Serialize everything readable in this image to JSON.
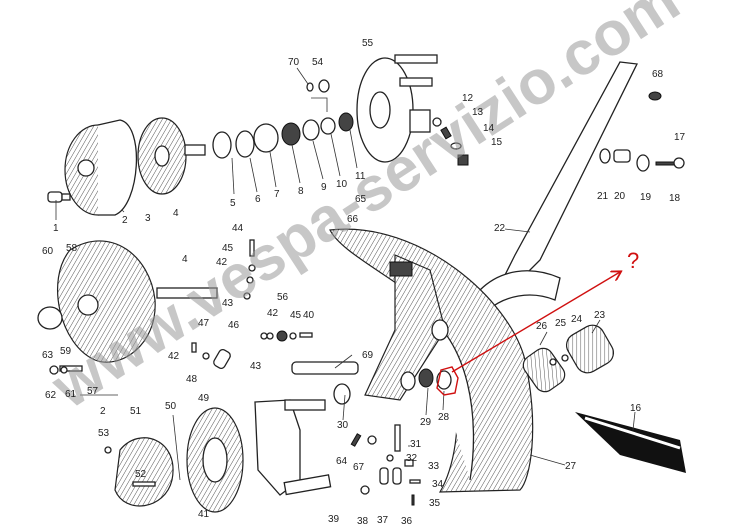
{
  "diagram": {
    "watermark": "www.vespa-servizio.com",
    "annotation": {
      "text": "?",
      "color": "#d01010"
    },
    "labels": [
      {
        "id": "l55a",
        "text": "55"
      },
      {
        "id": "l70",
        "text": "70"
      },
      {
        "id": "l54",
        "text": "54"
      },
      {
        "id": "l1",
        "text": "1"
      },
      {
        "id": "l2a",
        "text": "2"
      },
      {
        "id": "l3",
        "text": "3"
      },
      {
        "id": "l4a",
        "text": "4"
      },
      {
        "id": "l5",
        "text": "5"
      },
      {
        "id": "l6",
        "text": "6"
      },
      {
        "id": "l7",
        "text": "7"
      },
      {
        "id": "l8",
        "text": "8"
      },
      {
        "id": "l9",
        "text": "9"
      },
      {
        "id": "l10",
        "text": "10"
      },
      {
        "id": "l11",
        "text": "11"
      },
      {
        "id": "l12",
        "text": "12"
      },
      {
        "id": "l13",
        "text": "13"
      },
      {
        "id": "l14",
        "text": "14"
      },
      {
        "id": "l15",
        "text": "15"
      },
      {
        "id": "l68",
        "text": "68"
      },
      {
        "id": "l17",
        "text": "17"
      },
      {
        "id": "l21",
        "text": "21"
      },
      {
        "id": "l20",
        "text": "20"
      },
      {
        "id": "l19",
        "text": "19"
      },
      {
        "id": "l18",
        "text": "18"
      },
      {
        "id": "l22",
        "text": "22"
      },
      {
        "id": "l65",
        "text": "65"
      },
      {
        "id": "l66",
        "text": "66"
      },
      {
        "id": "l44",
        "text": "44"
      },
      {
        "id": "l45a",
        "text": "45"
      },
      {
        "id": "l42a",
        "text": "42"
      },
      {
        "id": "l60",
        "text": "60"
      },
      {
        "id": "l58",
        "text": "58"
      },
      {
        "id": "l4b",
        "text": "4"
      },
      {
        "id": "l43a",
        "text": "43"
      },
      {
        "id": "l56",
        "text": "56"
      },
      {
        "id": "l42b",
        "text": "42"
      },
      {
        "id": "l45b",
        "text": "45"
      },
      {
        "id": "l40",
        "text": "40"
      },
      {
        "id": "l47",
        "text": "47"
      },
      {
        "id": "l46",
        "text": "46"
      },
      {
        "id": "l43b",
        "text": "43"
      },
      {
        "id": "l63",
        "text": "63"
      },
      {
        "id": "l59",
        "text": "59"
      },
      {
        "id": "l42c",
        "text": "42"
      },
      {
        "id": "l69",
        "text": "69"
      },
      {
        "id": "l26",
        "text": "26"
      },
      {
        "id": "l25",
        "text": "25"
      },
      {
        "id": "l24",
        "text": "24"
      },
      {
        "id": "l23",
        "text": "23"
      },
      {
        "id": "l62",
        "text": "62"
      },
      {
        "id": "l61",
        "text": "61"
      },
      {
        "id": "l57",
        "text": "57"
      },
      {
        "id": "l2b",
        "text": "2"
      },
      {
        "id": "l48",
        "text": "48"
      },
      {
        "id": "l50",
        "text": "50"
      },
      {
        "id": "l49",
        "text": "49"
      },
      {
        "id": "l30",
        "text": "30"
      },
      {
        "id": "l29",
        "text": "29"
      },
      {
        "id": "l28",
        "text": "28"
      },
      {
        "id": "l16",
        "text": "16"
      },
      {
        "id": "l51",
        "text": "51"
      },
      {
        "id": "l53",
        "text": "53"
      },
      {
        "id": "l52",
        "text": "52"
      },
      {
        "id": "l64",
        "text": "64"
      },
      {
        "id": "l67",
        "text": "67"
      },
      {
        "id": "l31",
        "text": "31"
      },
      {
        "id": "l32",
        "text": "32"
      },
      {
        "id": "l33",
        "text": "33"
      },
      {
        "id": "l34",
        "text": "34"
      },
      {
        "id": "l35",
        "text": "35"
      },
      {
        "id": "l27",
        "text": "27"
      },
      {
        "id": "l39",
        "text": "39"
      },
      {
        "id": "l38",
        "text": "38"
      },
      {
        "id": "l37",
        "text": "37"
      },
      {
        "id": "l36",
        "text": "36"
      },
      {
        "id": "l41",
        "text": "41"
      }
    ]
  }
}
